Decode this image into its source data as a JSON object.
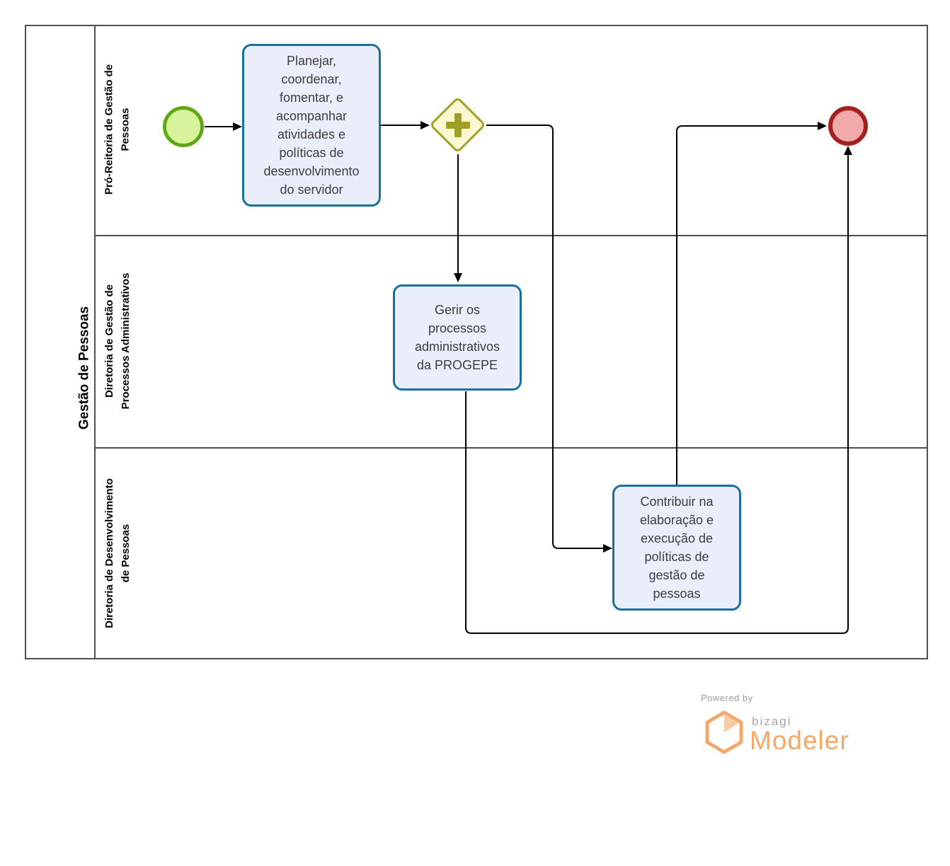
{
  "pool": {
    "title": "Gestão de Pessoas",
    "lanes": [
      {
        "label": "Pró-Reitoria de Gestão de\nPessoas"
      },
      {
        "label": "Diretoria de Gestão de\nProcessos Administrativos"
      },
      {
        "label": "Diretoria de Desenvolvimento\nde Pessoas"
      }
    ]
  },
  "nodes": {
    "task1": {
      "label": "Planejar,\ncoordenar,\nfomentar, e\nacompanhar\natividades e\npolíticas de\ndesenvolvimento\ndo servidor"
    },
    "task2": {
      "label": "Gerir os\nprocessos\nadministrativos\nda PROGEPE"
    },
    "task3": {
      "label": "Contribuir na\nelaboração e\nexecução de\npolíticas de\ngestão de\npessoas"
    }
  },
  "colors": {
    "task_border": "#1a6f9e",
    "task_fill": "#eaeefb",
    "start_border": "#61a616",
    "start_fill": "#d7f49c",
    "end_border": "#a32121",
    "end_fill": "#f1a9a9",
    "gateway_border": "#a0a02a",
    "gateway_fill": "#f9f8d0",
    "flow_line": "#000000",
    "frame": "#4f4f4f",
    "logo_orange": "#f5a869",
    "logo_gray": "#9b9b9b"
  },
  "footer": {
    "powered_by": "Powered by",
    "brand": "bizagi",
    "product": "Modeler"
  }
}
